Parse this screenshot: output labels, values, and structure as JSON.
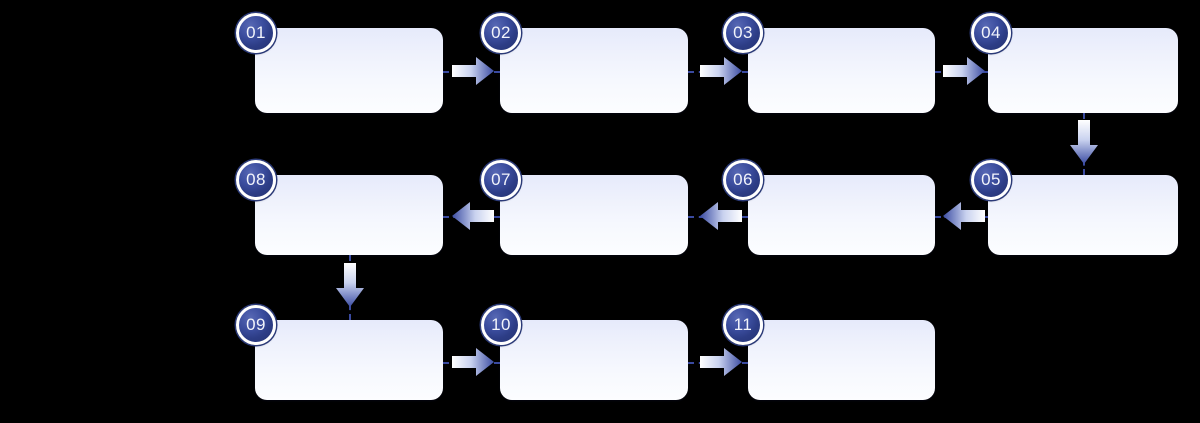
{
  "diagram": {
    "title": "11-step numbered process flow (serpentine)",
    "background_color": "#000000",
    "box_fill_top": "#e6eafb",
    "box_fill_bottom": "#fcfdff",
    "badge_color": "#2d3d86",
    "badge_text_color": "#f2f4fb",
    "arrow_color": "#3a4aa0",
    "connector_style": "dashed",
    "steps": [
      {
        "number": "01",
        "label": "",
        "row": 1,
        "col": 1
      },
      {
        "number": "02",
        "label": "",
        "row": 1,
        "col": 2
      },
      {
        "number": "03",
        "label": "",
        "row": 1,
        "col": 3
      },
      {
        "number": "04",
        "label": "",
        "row": 1,
        "col": 4
      },
      {
        "number": "05",
        "label": "",
        "row": 2,
        "col": 4
      },
      {
        "number": "06",
        "label": "",
        "row": 2,
        "col": 3
      },
      {
        "number": "07",
        "label": "",
        "row": 2,
        "col": 2
      },
      {
        "number": "08",
        "label": "",
        "row": 2,
        "col": 1
      },
      {
        "number": "09",
        "label": "",
        "row": 3,
        "col": 1
      },
      {
        "number": "10",
        "label": "",
        "row": 3,
        "col": 2
      },
      {
        "number": "11",
        "label": "",
        "row": 3,
        "col": 3
      }
    ],
    "connectors": [
      {
        "from": "01",
        "to": "02",
        "direction": "right"
      },
      {
        "from": "02",
        "to": "03",
        "direction": "right"
      },
      {
        "from": "03",
        "to": "04",
        "direction": "right"
      },
      {
        "from": "04",
        "to": "05",
        "direction": "down"
      },
      {
        "from": "05",
        "to": "06",
        "direction": "left"
      },
      {
        "from": "06",
        "to": "07",
        "direction": "left"
      },
      {
        "from": "07",
        "to": "08",
        "direction": "left"
      },
      {
        "from": "08",
        "to": "09",
        "direction": "down"
      },
      {
        "from": "09",
        "to": "10",
        "direction": "right"
      },
      {
        "from": "10",
        "to": "11",
        "direction": "right"
      }
    ]
  }
}
